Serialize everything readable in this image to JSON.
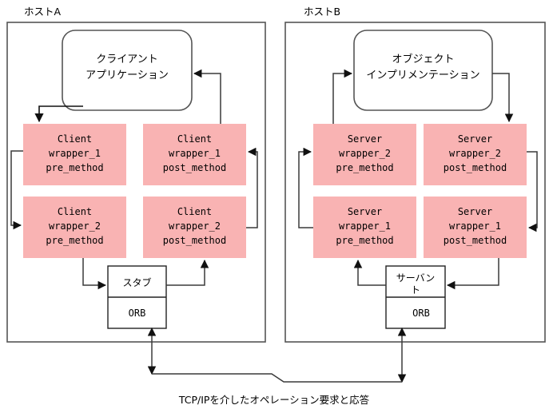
{
  "diagram": {
    "title_caption": "TCP/IPを介したオペレーション要求と応答",
    "colors": {
      "wrapper_fill": "#f9b3b3",
      "frame_stroke": "#555555",
      "box_stroke": "#222222",
      "connector": "#3a3a3a",
      "background": "#ffffff"
    },
    "hosts": [
      {
        "id": "host-a",
        "label": "ホストA",
        "app": {
          "line1": "クライアント",
          "line2": "アプリケーション"
        },
        "wrappers": [
          {
            "id": "client-wrapper-1-pre",
            "line1": "Client",
            "line2": "wrapper_1",
            "line3": "pre_method"
          },
          {
            "id": "client-wrapper-1-post",
            "line1": "Client",
            "line2": "wrapper_1",
            "line3": "post_method"
          },
          {
            "id": "client-wrapper-2-pre",
            "line1": "Client",
            "line2": "wrapper_2",
            "line3": "pre_method"
          },
          {
            "id": "client-wrapper-2-post",
            "line1": "Client",
            "line2": "wrapper_2",
            "line3": "post_method"
          }
        ],
        "endpoint": {
          "id": "stub-box",
          "top_line1": "スタブ",
          "top_line2": "",
          "bottom": "ORB"
        }
      },
      {
        "id": "host-b",
        "label": "ホストB",
        "app": {
          "line1": "オブジェクト",
          "line2": "インプリメンテーション"
        },
        "wrappers": [
          {
            "id": "server-wrapper-2-pre",
            "line1": "Server",
            "line2": "wrapper_2",
            "line3": "pre_method"
          },
          {
            "id": "server-wrapper-2-post",
            "line1": "Server",
            "line2": "wrapper_2",
            "line3": "post_method"
          },
          {
            "id": "server-wrapper-1-pre",
            "line1": "Server",
            "line2": "wrapper_1",
            "line3": "pre_method"
          },
          {
            "id": "server-wrapper-1-post",
            "line1": "Server",
            "line2": "wrapper_1",
            "line3": "post_method"
          }
        ],
        "endpoint": {
          "id": "servant-box",
          "top_line1": "サーバン",
          "top_line2": "ト",
          "bottom": "ORB"
        }
      }
    ]
  }
}
